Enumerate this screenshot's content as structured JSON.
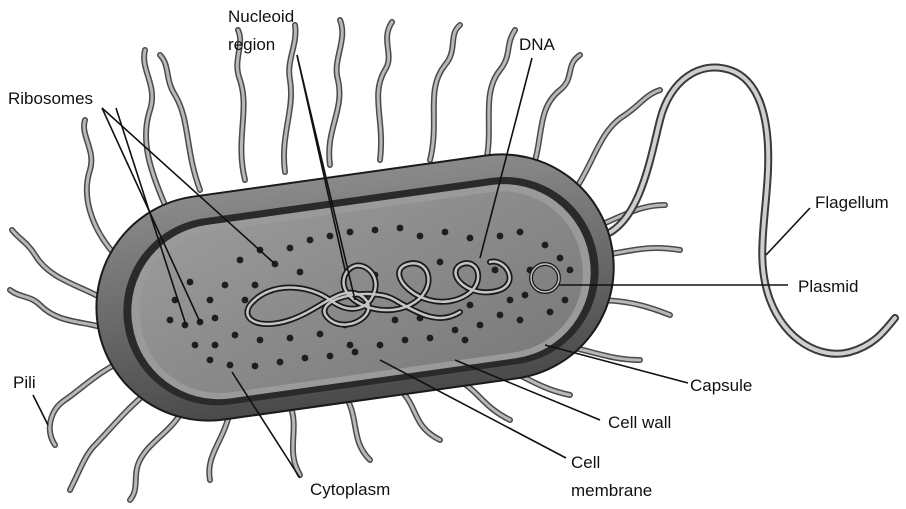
{
  "labels": {
    "nucleoid_line1": "Nucleoid",
    "nucleoid_line2": "region",
    "dna": "DNA",
    "ribosomes": "Ribosomes",
    "flagellum": "Flagellum",
    "plasmid": "Plasmid",
    "pili": "Pili",
    "capsule": "Capsule",
    "cell_wall": "Cell wall",
    "cell_membrane_line1": "Cell",
    "cell_membrane_line2": "membrane",
    "cytoplasm": "Cytoplasm"
  },
  "colors": {
    "background": "#ffffff",
    "capsule": "#6e6e6e",
    "wall": "#2a2a2a",
    "membrane": "#9a9a9a",
    "cytoplasm": "#8a8a8a",
    "pili": "#a6a6a6",
    "outline": "#1a1a1a",
    "leader": "#111111"
  }
}
